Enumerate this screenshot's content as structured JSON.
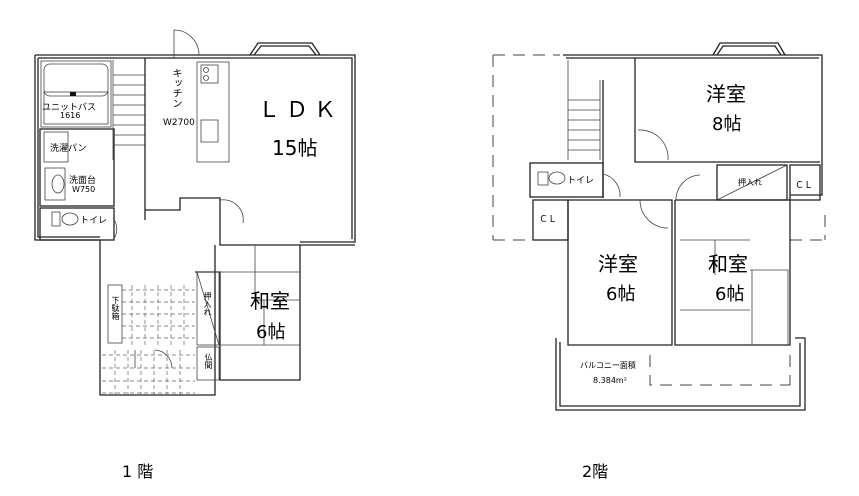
{
  "floor1": {
    "caption": "1 階",
    "rooms": {
      "ldk_name": "ＬＤＫ",
      "ldk_size": "15帖",
      "kitchen": "キッチン",
      "kitchen_width": "W2700",
      "unit_bath": "ユニットバス",
      "unit_bath_size": "1616",
      "washer_pan": "洗濯パン",
      "washbasin": "洗面台",
      "washbasin_width": "W750",
      "toilet": "トイレ",
      "washitsu_name": "和室",
      "washitsu_size": "6帖",
      "oshiire": "押入れ",
      "geta_bako": "下駄箱",
      "butsuma": "仏間"
    }
  },
  "floor2": {
    "caption": "2階",
    "rooms": {
      "yoshitsu8_name": "洋室",
      "yoshitsu8_size": "8帖",
      "yoshitsu6_name": "洋室",
      "yoshitsu6_size": "6帖",
      "washitsu_name": "和室",
      "washitsu_size": "6帖",
      "toilet": "トイレ",
      "oshiire": "押入れ",
      "closet_a": "ＣＬ",
      "closet_b": "ＣＬ",
      "balcony_label": "バルコニー面積",
      "balcony_area": "8.384m²"
    }
  }
}
